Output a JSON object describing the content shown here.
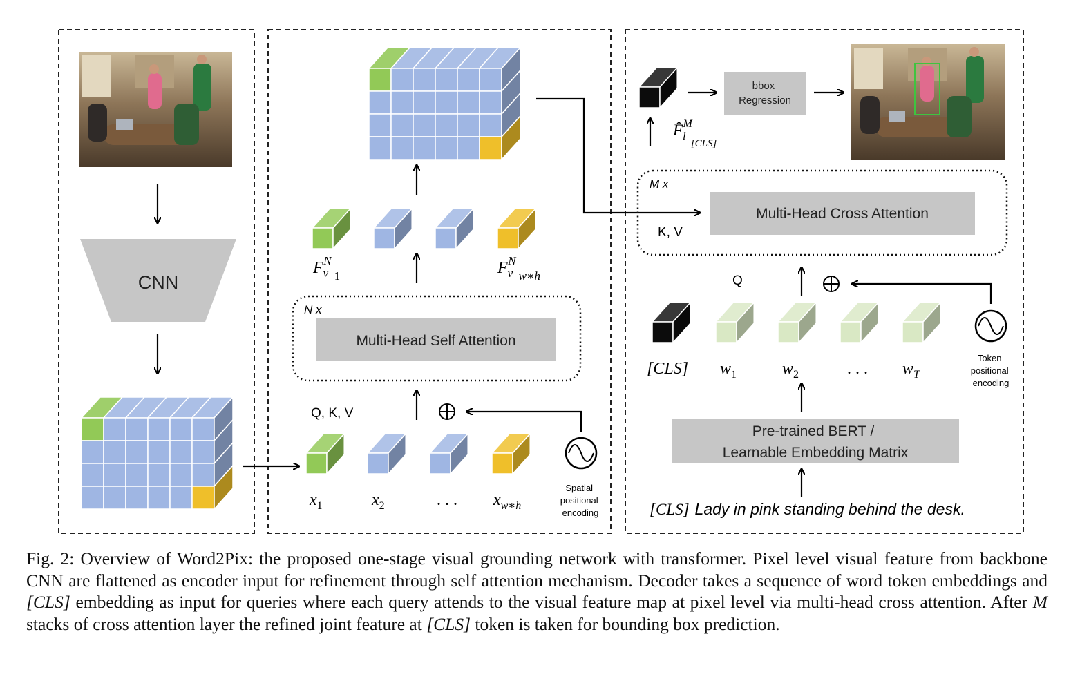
{
  "colors": {
    "cell_blue": "#9fb6e3",
    "cell_green": "#92c957",
    "cell_yellow": "#efbf2a",
    "cell_black": "#0c0c0c",
    "cell_pale_green": "#d9e8c4",
    "block_gray": "#c6c6c6",
    "box_green": "#3fc43f"
  },
  "icons": [
    "cnn-trapezoid-icon",
    "feature-cube-icon",
    "positional-encoding-icon",
    "up-arrow-icon",
    "down-arrow-icon",
    "plus-circle-icon",
    "photo-thumbnail-icon"
  ],
  "panel1": {
    "cnn_label": "CNN"
  },
  "panel2": {
    "feature_top_first": "F",
    "feature_top_first_sup": "N",
    "feature_top_first_sub_v": "v",
    "feature_top_first_idx": "1",
    "feature_top_last_idx": "w∗h",
    "nx_label": "N x",
    "self_attention": "Multi-Head Self Attention",
    "qkv_label": "Q, K, V",
    "x1": "x",
    "x1_sub": "1",
    "x2_sub": "2",
    "xdots": ". . .",
    "xlast_sub": "w∗h",
    "spatial_pe_line1": "Spatial",
    "spatial_pe_line2": "positional",
    "spatial_pe_line3": "encoding"
  },
  "panel3": {
    "bbox_line1": "bbox",
    "bbox_line2": "Regression",
    "fl_sup": "M",
    "fl_sub": "[CLS]",
    "mx_label": "M x",
    "kv_label": "K, V",
    "cross_attention": "Multi-Head Cross Attention",
    "q_label": "Q",
    "cls_token": "[CLS]",
    "w1_sub": "1",
    "w2_sub": "2",
    "wdots": ". . .",
    "wT_sub": "T",
    "token_pe_line1": "Token",
    "token_pe_line2": "positional",
    "token_pe_line3": "encoding",
    "bert_line1": "Pre-trained BERT /",
    "bert_line2": "Learnable Embedding Matrix",
    "query_cls": "[CLS]",
    "query_sentence": "Lady in pink standing behind the desk."
  },
  "caption": {
    "seg1": "Fig. 2: Overview of Word2Pix: the proposed one-stage visual grounding network with transformer. Pixel level visual feature from backbone CNN are flattened as encoder input for refinement through self attention mechanism. Decoder takes a sequence of word token embeddings and ",
    "seg2": "[CLS]",
    "seg3": " embedding as input for queries where each query attends to the visual feature map at pixel level via multi-head cross attention. After ",
    "seg4": "M",
    "seg5": " stacks of cross attention layer the refined joint feature at ",
    "seg6": "[CLS]",
    "seg7": " token is taken for bounding box prediction."
  }
}
